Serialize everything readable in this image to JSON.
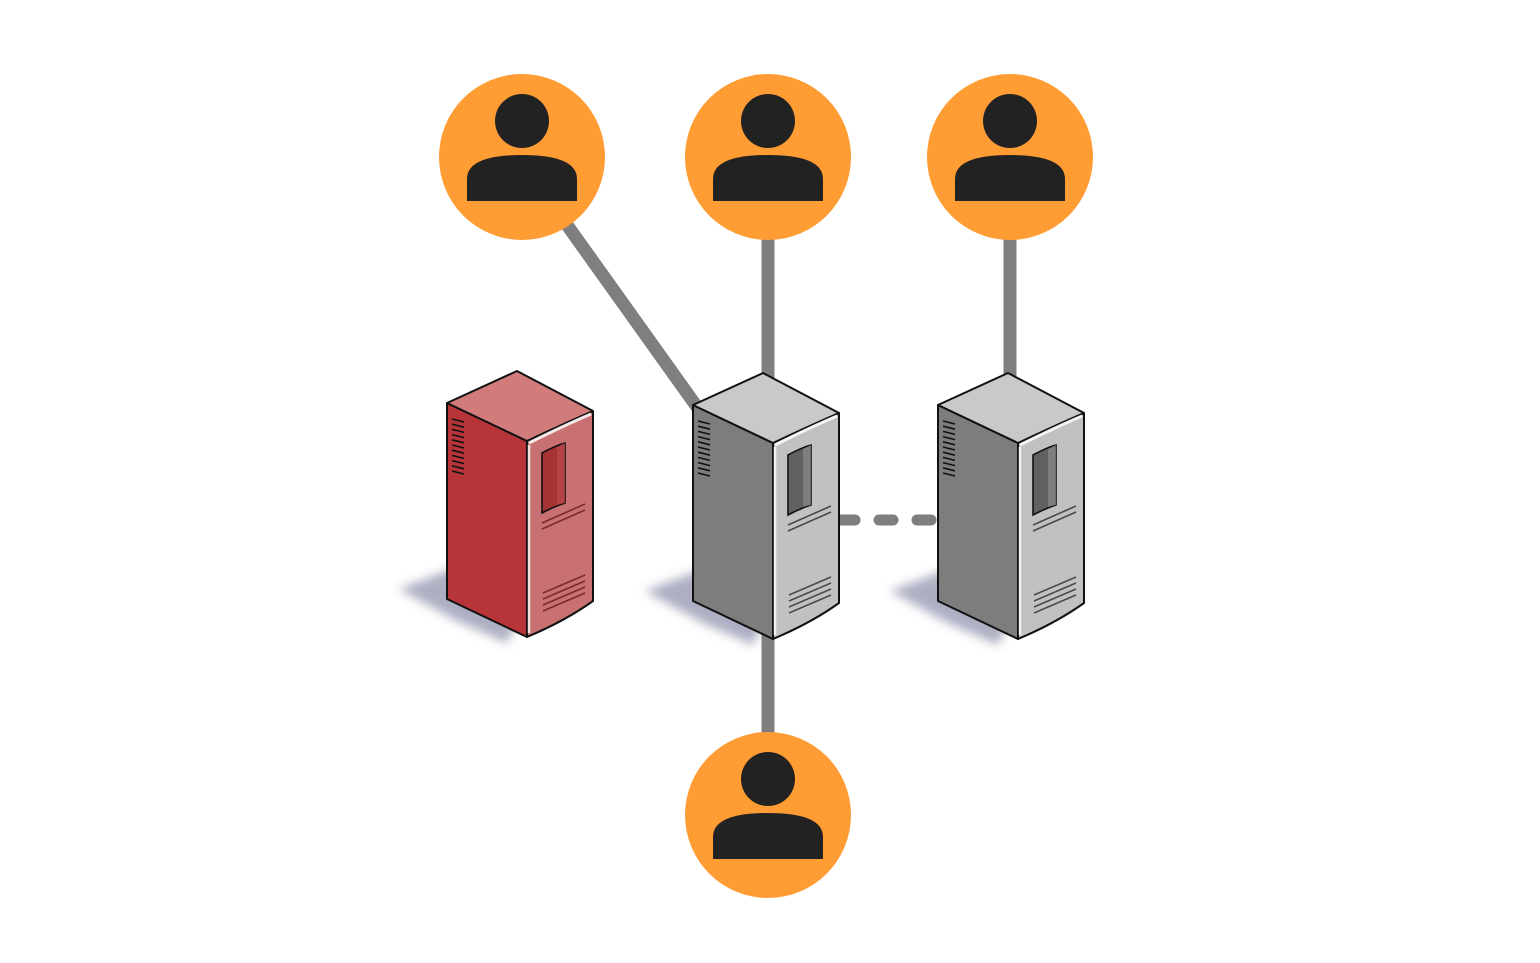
{
  "colors": {
    "background": "#ffffff",
    "user_circle": "#ff9c33",
    "user_glyph": "#222222",
    "connector": "#7f7f7f",
    "shadow": "#a9aabf",
    "server_outline": "#111111"
  },
  "servers": [
    {
      "id": "server-failed",
      "status": "failed",
      "icon": "server-tower-icon",
      "palette": {
        "left": "#b73538",
        "front": "#c97172",
        "top": "#d17b7b",
        "panel": "#a83335",
        "panel_light": "#bb4a4b",
        "line": "#7a2a2b"
      }
    },
    {
      "id": "server-primary",
      "status": "active",
      "icon": "server-tower-icon",
      "palette": {
        "left": "#7d7d7d",
        "front": "#c1c1c1",
        "top": "#c9c9c9",
        "panel": "#616161",
        "panel_light": "#8a8a8a",
        "line": "#4a4a4a"
      }
    },
    {
      "id": "server-secondary",
      "status": "active",
      "icon": "server-tower-icon",
      "palette": {
        "left": "#7d7d7d",
        "front": "#c1c1c1",
        "top": "#c9c9c9",
        "panel": "#616161",
        "panel_light": "#8a8a8a",
        "line": "#4a4a4a"
      }
    }
  ],
  "users": [
    {
      "id": "user-1",
      "icon": "user-icon"
    },
    {
      "id": "user-2",
      "icon": "user-icon"
    },
    {
      "id": "user-3",
      "icon": "user-icon"
    },
    {
      "id": "user-4",
      "icon": "user-icon"
    }
  ],
  "connections": [
    {
      "from": "user-1",
      "to": "server-primary",
      "style": "solid"
    },
    {
      "from": "user-2",
      "to": "server-primary",
      "style": "solid"
    },
    {
      "from": "user-3",
      "to": "server-secondary",
      "style": "solid"
    },
    {
      "from": "user-4",
      "to": "server-primary",
      "style": "solid"
    },
    {
      "from": "server-primary",
      "to": "server-secondary",
      "style": "dashed"
    }
  ]
}
